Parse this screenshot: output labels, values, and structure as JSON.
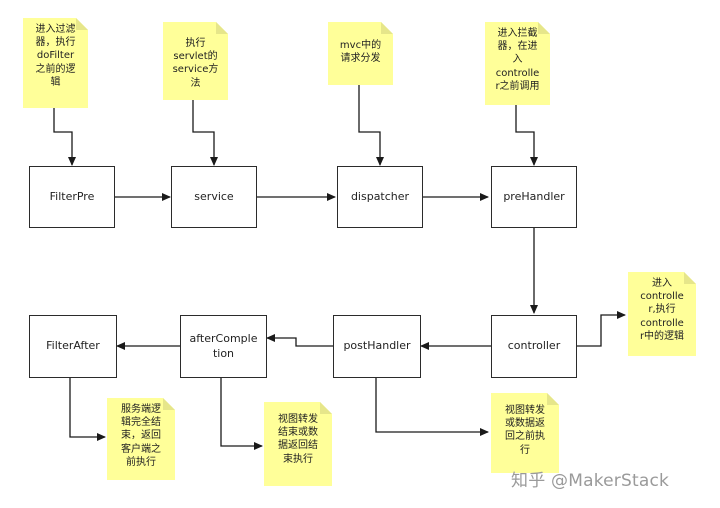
{
  "nodes": {
    "filterpre": "FilterPre",
    "service": "service",
    "dispatcher": "dispatcher",
    "prehandler": "preHandler",
    "controller": "controller",
    "posthandler": "postHandler",
    "aftercompletion": "afterComple\ntion",
    "filterafter": "FilterAfter"
  },
  "notes": {
    "filterpre_note": "进入过滤\n器，执行\ndoFilter\n之前的逻\n辑",
    "service_note": "执行\nservlet的\nservice方\n法",
    "dispatcher_note": "mvc中的\n请求分发",
    "prehandler_note": "进入拦截\n器，在进\n入\ncontrolle\nr之前调用",
    "controller_note": "进入\ncontrolle\nr,执行\ncontrolle\nr中的逻辑",
    "posthandler_note": "视图转发\n或数据返\n回之前执\n行",
    "aftercompletion_note": "视图转发\n结束或数\n据返回结\n束执行",
    "filterafter_note": "服务端逻\n辑完全结\n束，返回\n客户端之\n前执行"
  },
  "watermark": "知乎 @MakerStack",
  "colors": {
    "note_fill": "#ffff99",
    "note_fold": "#e6e68a",
    "line": "#1a1a1a"
  }
}
